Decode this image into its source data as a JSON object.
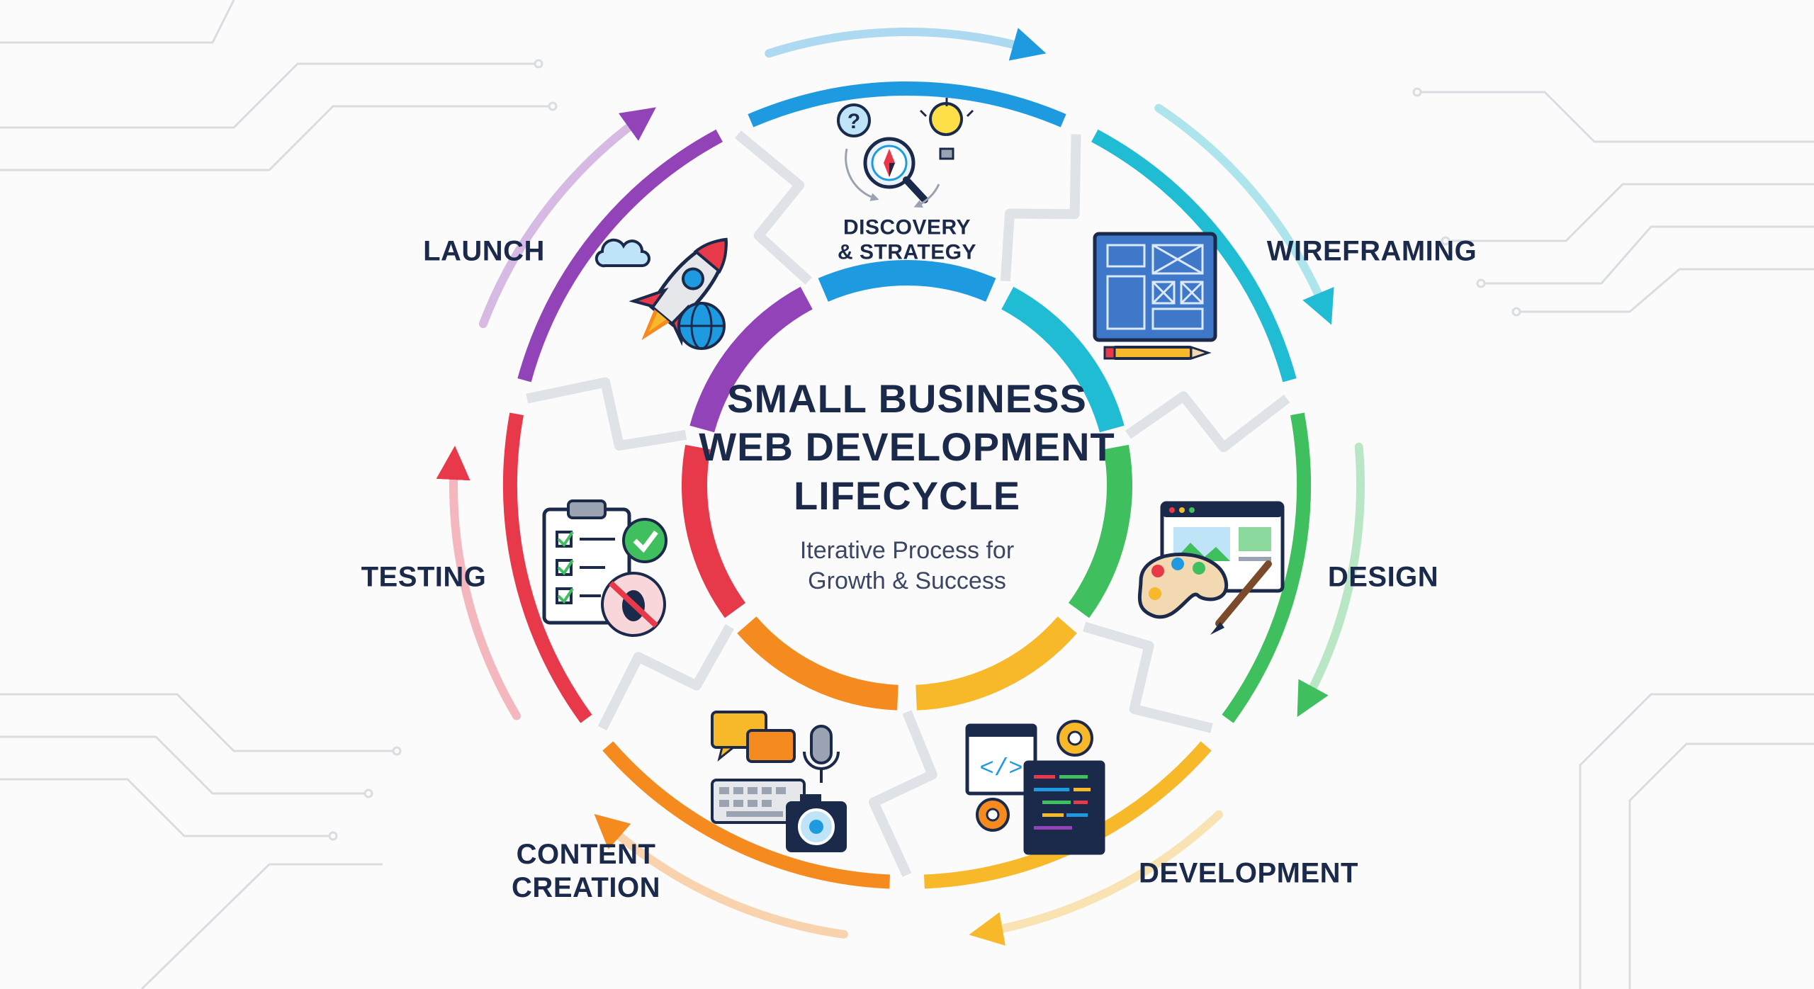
{
  "center": {
    "title_lines": [
      "SMALL BUSINESS",
      "WEB DEVELOPMENT",
      "LIFECYCLE"
    ],
    "subtitle_lines": [
      "Iterative Process for",
      "Growth & Success"
    ]
  },
  "stages": [
    {
      "id": "discovery",
      "label_lines": [
        "DISCOVERY",
        "& STRATEGY"
      ],
      "color": "#1e9be0",
      "icon": "compass-magnifier-lightbulb-icon"
    },
    {
      "id": "wireframing",
      "label_lines": [
        "WIREFRAMING"
      ],
      "color": "#20bcd4",
      "icon": "blueprint-pencil-icon"
    },
    {
      "id": "design",
      "label_lines": [
        "DESIGN"
      ],
      "color": "#3fbf5e",
      "icon": "palette-brush-icon"
    },
    {
      "id": "development",
      "label_lines": [
        "DEVELOPMENT"
      ],
      "color": "#f7b82a",
      "icon": "code-window-gears-icon"
    },
    {
      "id": "content",
      "label_lines": [
        "CONTENT",
        "CREATION"
      ],
      "color": "#f58a1f",
      "icon": "chat-mic-camera-icon"
    },
    {
      "id": "testing",
      "label_lines": [
        "TESTING"
      ],
      "color": "#e8394a",
      "icon": "checklist-bug-icon"
    },
    {
      "id": "launch",
      "label_lines": [
        "LAUNCH"
      ],
      "color": "#9343b8",
      "icon": "rocket-globe-icon"
    }
  ]
}
